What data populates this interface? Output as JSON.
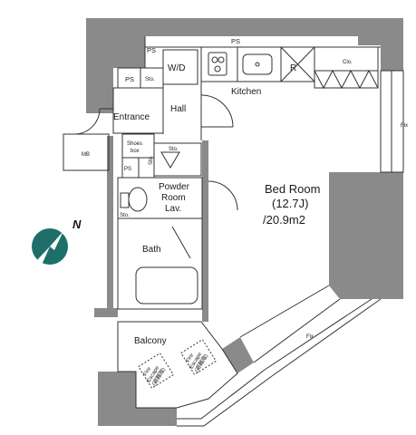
{
  "rooms": {
    "ps_top": "PS",
    "ps_left": "PS",
    "ps_small": "PS",
    "wd": "W/D",
    "kitchen": "Kitchen",
    "r": "R",
    "clo": "Clo.",
    "fix_right": "Fix",
    "fix_diagonal": "Fix",
    "sto_1": "Sto.",
    "sto_2": "Sto.",
    "sto_3": "Sto.",
    "sto_4": "Sto.",
    "hall": "Hall",
    "entrance": "Entrance",
    "mb": "MB",
    "shoes_box_1": "Shoes",
    "shoes_box_2": "box",
    "ps_mid": "PS",
    "powder_room_1": "Powder",
    "powder_room_2": "Room",
    "powder_room_3": "Lav.",
    "bath": "Bath",
    "bedroom_title": "Bed Room",
    "bedroom_jo": "(12.7J)",
    "bedroom_area": "/20.9m2",
    "balcony": "Balcony",
    "fire_escape_1a": "Fire",
    "fire_escape_1b": "Escape",
    "fire_escape_1c": "(避難階)",
    "fire_escape_2a": "Fire",
    "fire_escape_2b": "Escape",
    "fire_escape_2c": "(避難階)"
  },
  "compass": {
    "label": "N",
    "color": "#1e6f6a"
  },
  "colors": {
    "wall": "#8a8a8a",
    "line": "#333333",
    "fixture": "#666666"
  }
}
